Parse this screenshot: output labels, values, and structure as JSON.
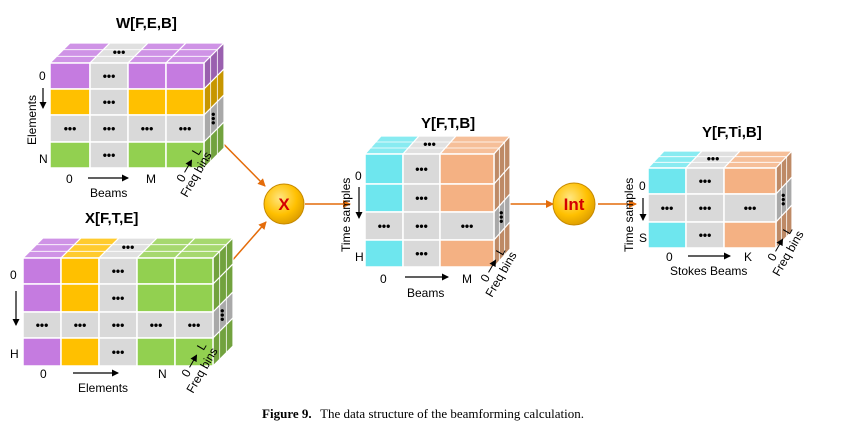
{
  "colors": {
    "purple": "#c57be0",
    "yellow": "#ffc000",
    "green": "#92d050",
    "cyan": "#6ee6ee",
    "peach": "#f4b183",
    "gray": "#d9d9d9",
    "operator": "#ffc000",
    "operator_text": "#d40000",
    "arrow": "#e46c0a"
  },
  "cubes": {
    "w": {
      "title": "W[F,E,B]",
      "row_axis": "Elements",
      "row_start": "0",
      "row_end": "N",
      "col_axis": "Beams",
      "col_start": "0",
      "col_end": "M",
      "depth_start": "0",
      "depth_end": "L",
      "depth_axis": "Freq bins"
    },
    "x": {
      "title": "X[F,T,E]",
      "row_start": "0",
      "row_end": "H",
      "col_axis": "Elements",
      "col_start": "0",
      "col_end": "N",
      "depth_start": "0",
      "depth_end": "L",
      "depth_axis": "Freq bins"
    },
    "y": {
      "title": "Y[F,T,B]",
      "row_axis": "Time samples",
      "row_start": "0",
      "row_end": "H",
      "col_axis": "Beams",
      "col_start": "0",
      "col_end": "M",
      "depth_start": "0",
      "depth_end": "L",
      "depth_axis": "Freq bins"
    },
    "yi": {
      "title": "Y[F,Ti,B]",
      "row_axis": "Time samples",
      "row_start": "0",
      "row_end": "S",
      "col_axis": "Stokes Beams",
      "col_start": "0",
      "col_end": "K",
      "depth_start": "0",
      "depth_end": "L",
      "depth_axis": "Freq bins"
    }
  },
  "operators": {
    "multiply": "X",
    "integrate": "Int"
  },
  "ellipsis": "•••",
  "caption": {
    "label": "Figure 9.",
    "text": "The data structure of the beamforming calculation."
  }
}
